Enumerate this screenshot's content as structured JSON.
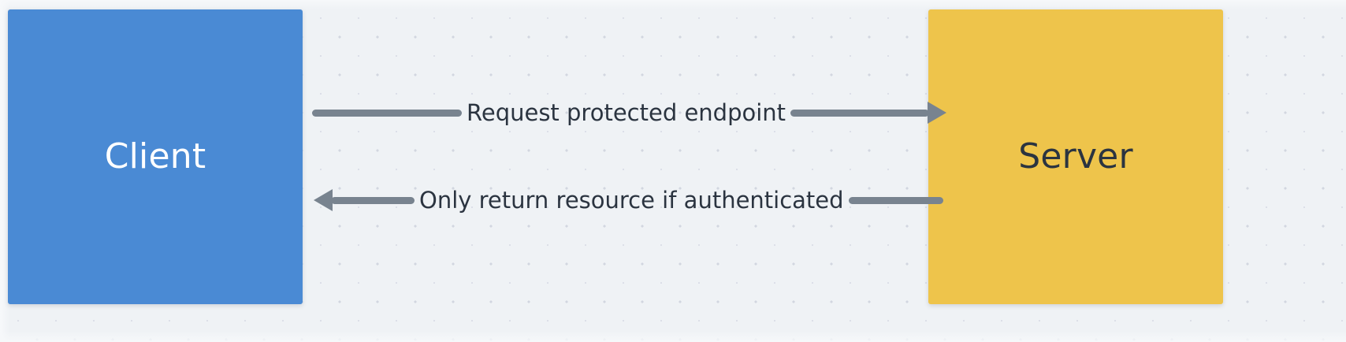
{
  "diagram": {
    "background_color": "#eff2f5",
    "dot_color": "#d2d6e0",
    "nodes": [
      {
        "id": "client",
        "label": "Client",
        "fill": "#4a8ad4",
        "text_color": "#ffffff"
      },
      {
        "id": "server",
        "label": "Server",
        "fill": "#eec44b",
        "text_color": "#2b3440"
      }
    ],
    "connectors": [
      {
        "id": "request",
        "label": "Request protected endpoint",
        "direction": "right",
        "from": "Client",
        "to": "Server",
        "color": "#78838f"
      },
      {
        "id": "response",
        "label": "Only return resource if authenticated",
        "direction": "left",
        "from": "Server",
        "to": "Client",
        "color": "#78838f"
      }
    ]
  }
}
